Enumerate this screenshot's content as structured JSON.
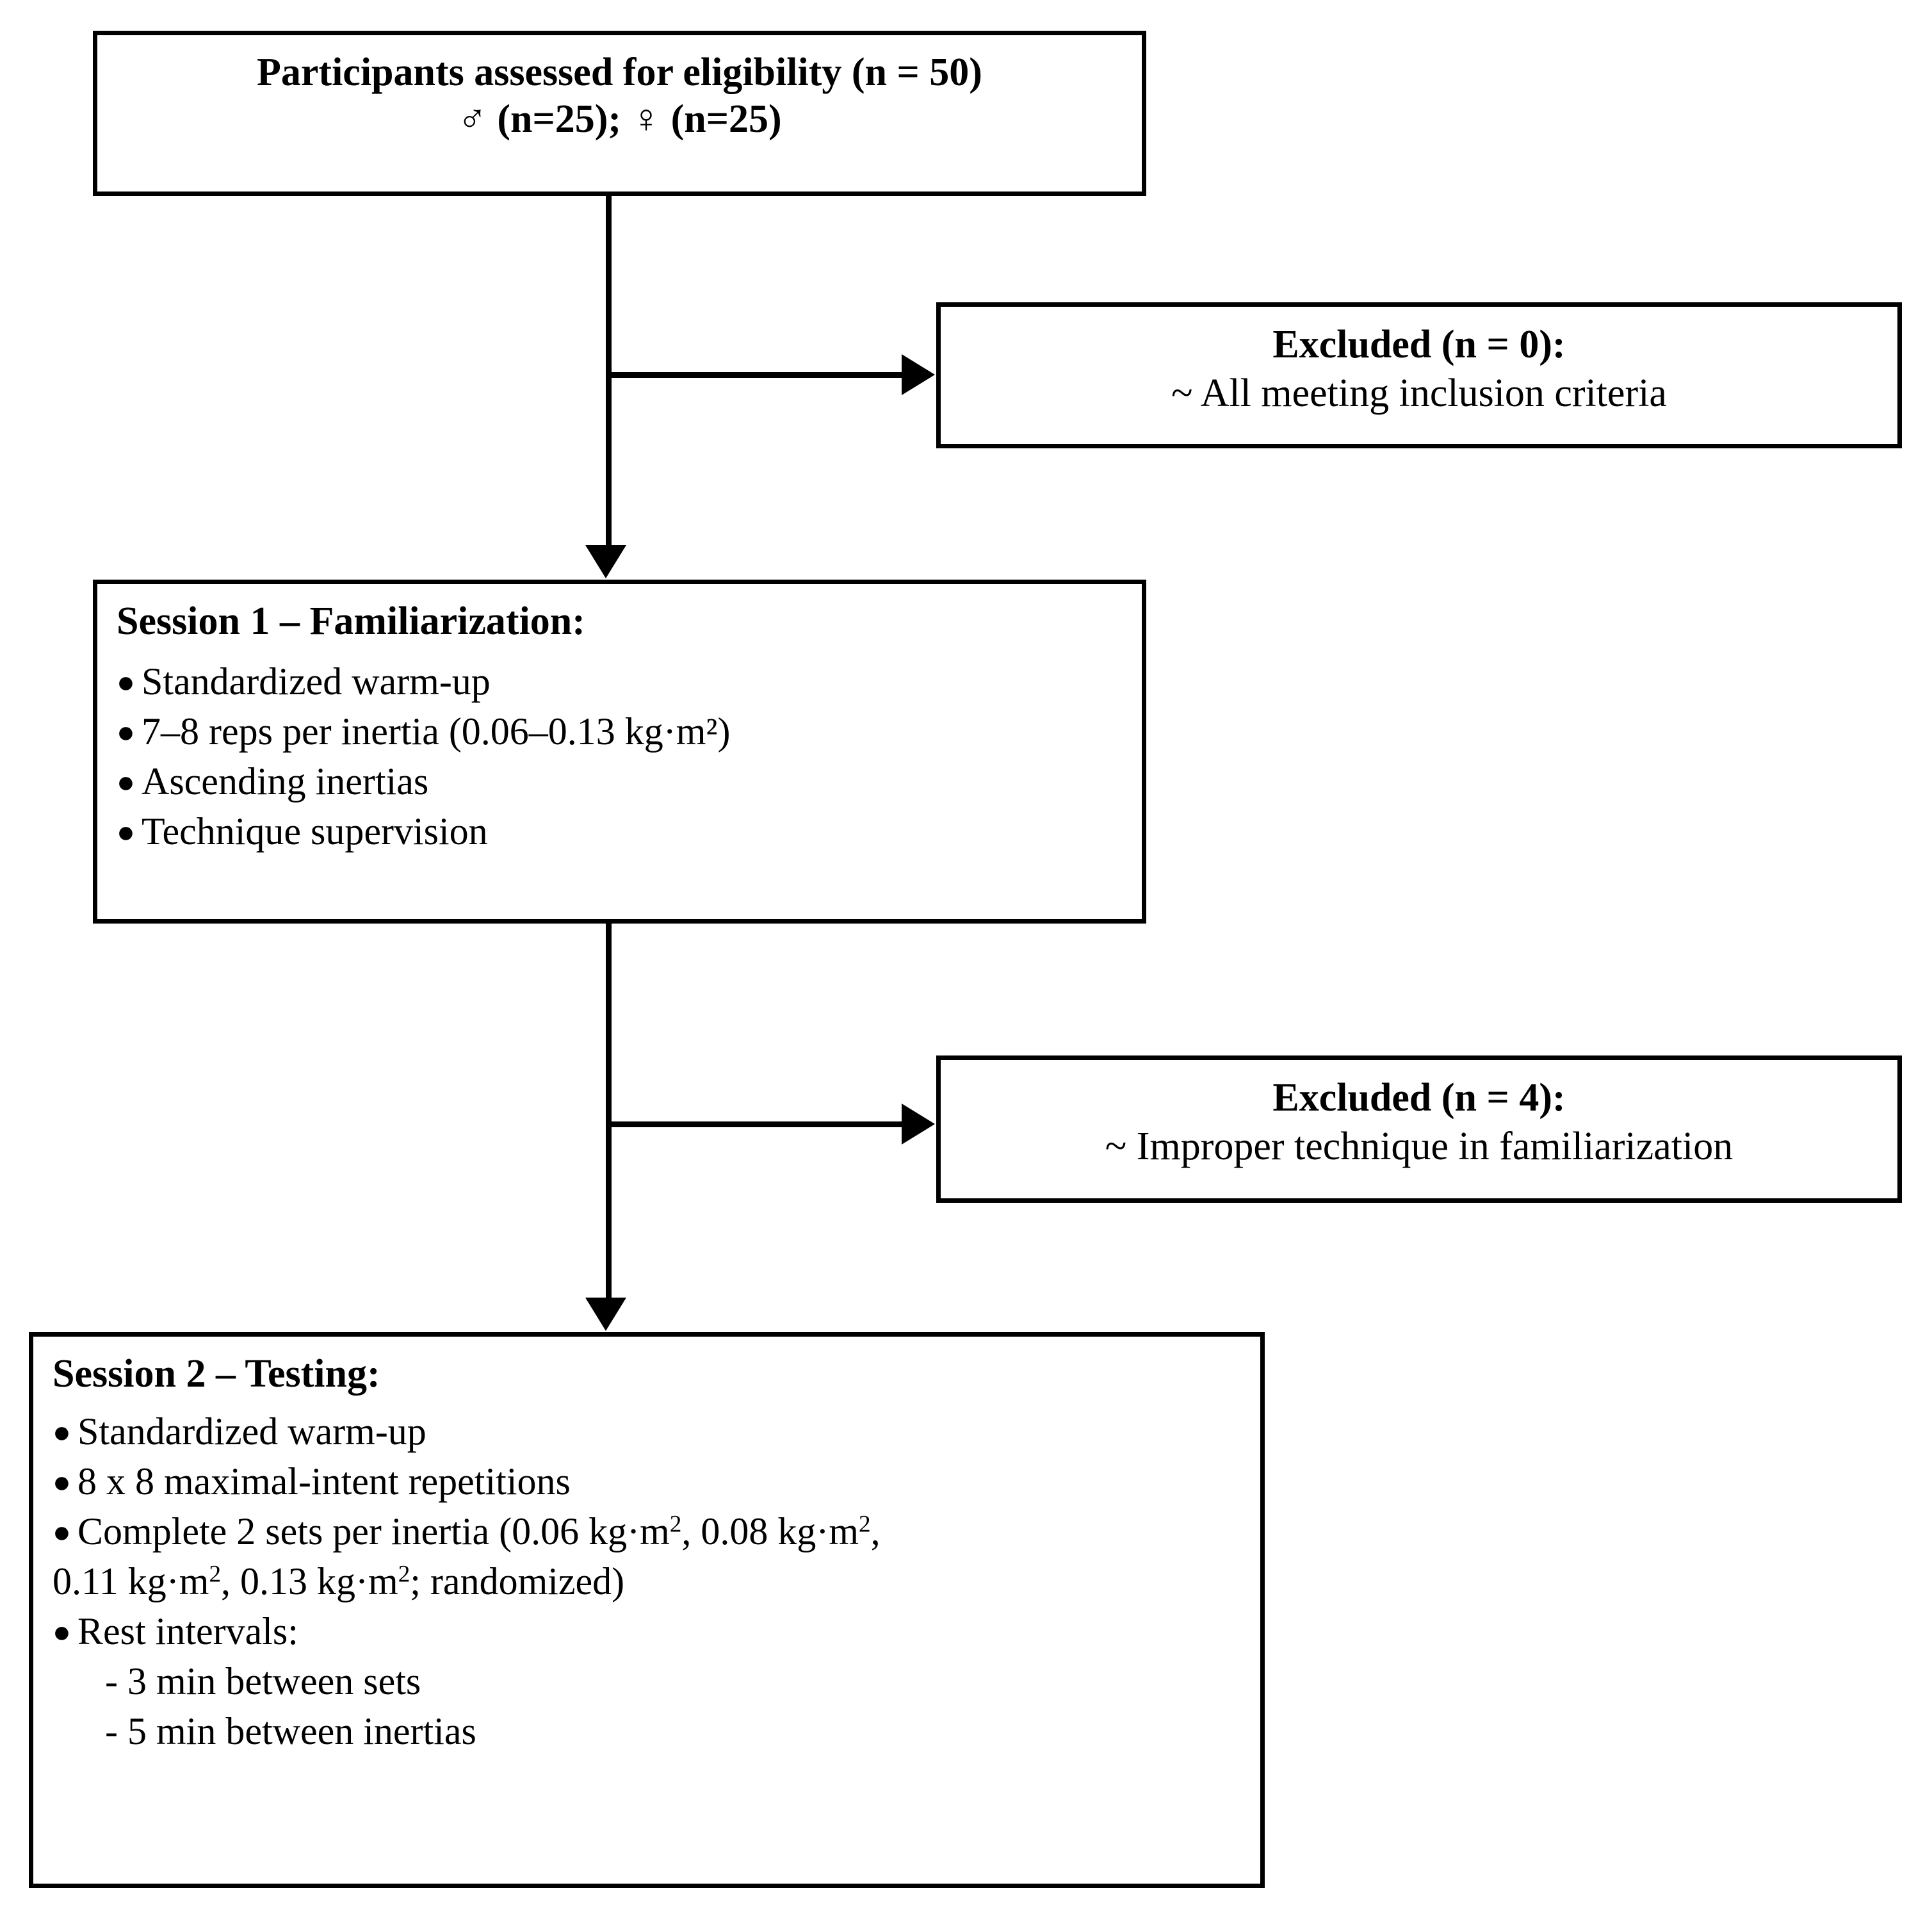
{
  "diagram": {
    "type": "study-flow-chart",
    "boxes": {
      "eligibility": {
        "title": "Participants assessed for eligibility (n = 50)",
        "subline": "♂ (n=25);  ♀ (n=25)",
        "male_symbol": "♂",
        "female_symbol": "♀",
        "male_count": "(n=25)",
        "female_count": "(n=25)",
        "total_n": "n = 50"
      },
      "excluded_1": {
        "title": "Excluded (n = 0):",
        "reason": "~ All meeting inclusion criteria",
        "n": "n = 0"
      },
      "session_1": {
        "title": "Session 1 – Familiarization:",
        "bullets": [
          "Standardized warm-up",
          "7–8 reps per inertia (0.06–0.13 kg·m²)",
          "Ascending inertias",
          "Technique supervision"
        ]
      },
      "excluded_2": {
        "title": "Excluded (n = 4):",
        "reason": "~ Improper technique in familiarization",
        "n": "n = 4"
      },
      "session_2": {
        "title": "Session 2 – Testing:",
        "bullet_1": "Standardized warm-up",
        "bullet_2": "8 x 8 maximal-intent repetitions",
        "bullet_3_line_1": "Complete 2 sets per inertia (0.06 kg·m",
        "bullet_3_line_1_cont": ", 0.08 kg·m",
        "bullet_3_line_1_end": ",",
        "bullet_3_line_2_a": "0.11 kg·m",
        "bullet_3_line_2_b": ", 0.13 kg·m",
        "bullet_3_line_2_c": "; randomized)",
        "bullet_4": "Rest intervals:",
        "sub_bullets": [
          "- 3 min between sets",
          "- 5 min between inertias"
        ],
        "inertias": [
          "0.06 kg·m²",
          "0.08 kg·m²",
          "0.11 kg·m²",
          "0.13 kg·m²"
        ],
        "exponent": "2"
      }
    },
    "glyphs": {
      "bullet": "●",
      "tilde": "~",
      "dash": "–"
    },
    "colors": {
      "stroke": "#000000",
      "background": "#ffffff"
    }
  }
}
